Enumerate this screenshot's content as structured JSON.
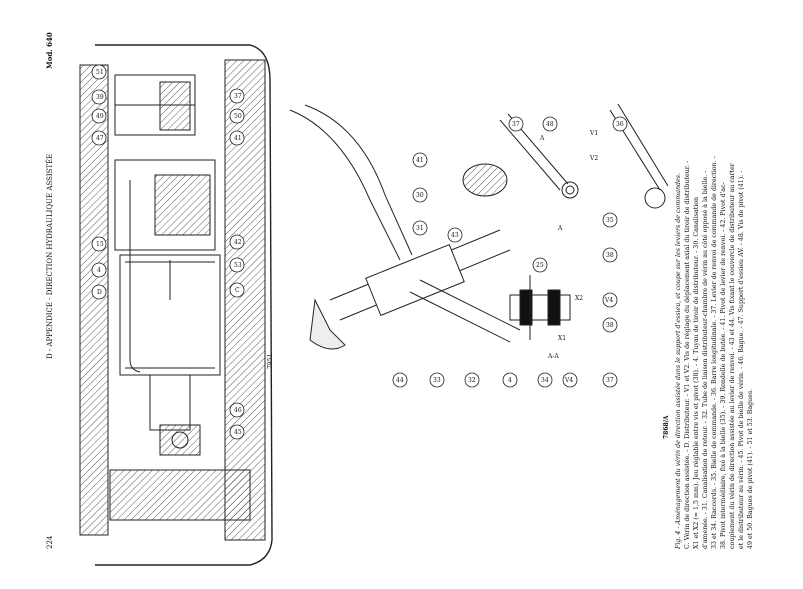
{
  "header": {
    "page_number": "224",
    "section_title": "D - APPENDICE - DIRECTION HYDRAULIQUE ASSISTÉE",
    "model": "Mod. 640"
  },
  "figure_refs": {
    "left": "7951",
    "right": "7868/A"
  },
  "callouts_left": [
    "51",
    "39",
    "49",
    "47",
    "4",
    "15",
    "D",
    "C",
    "53",
    "42",
    "37",
    "50",
    "41",
    "46",
    "45"
  ],
  "callouts_right": [
    "37",
    "48",
    "41",
    "36",
    "35",
    "30",
    "31",
    "43",
    "44",
    "33",
    "32",
    "4",
    "34",
    "V4",
    "25",
    "38",
    "V4",
    "38",
    "37",
    "A",
    "A",
    "A-A",
    "X1",
    "X2",
    "V1",
    "V2"
  ],
  "caption": {
    "line1": "Fig. 4 - Aménagement du vérin de direction assistée dans le support d'essieu, et coupe sur les leviers de commandes.",
    "line2": "C. Vérin de direction assistée. - D. Distributeur. - V1 et V2. Vis de réglage du déplacement axial du tiroir de distributeur. -",
    "line3": "X1 et X2 (= 1,5 mm). Jeu réglable entre vis et pivot (38). - 4. Tuyau de tiroir de distributeur. - 30. Canalisation",
    "line4": "d'amenée. - 31. Canalisation de retour. - 32. Tube de liaison distributeur-chambre de vérin au côté opposé à la bielle. -",
    "line5": "33 et 34. Raccords. - 35. Bielle de commande. - 36. Barre longitudinale. - 37. Levier de renvoi de commande de direction. -",
    "line6": "38. Pivot intermédiaire, fixé à la bielle (35). - 39. Rondelle de butée. - 41. Pivot de levier de renvoi. - 42. Pivot d'ac-",
    "line7": "couplement du vérin de direction assistée au levier de renvoi. - 43 et 44. Vis fixant le couvercle de distributeur au carter",
    "line8": "et le distributeur au vérin. - 45. Pivot de bielle de vérin. - 46. Bague. - 47. Support d'essieu AV. - 48. Vis de pivot (41). -",
    "line9": "49 et 50. Bagues de pivot (41). - 51 et 53. Bagues."
  }
}
